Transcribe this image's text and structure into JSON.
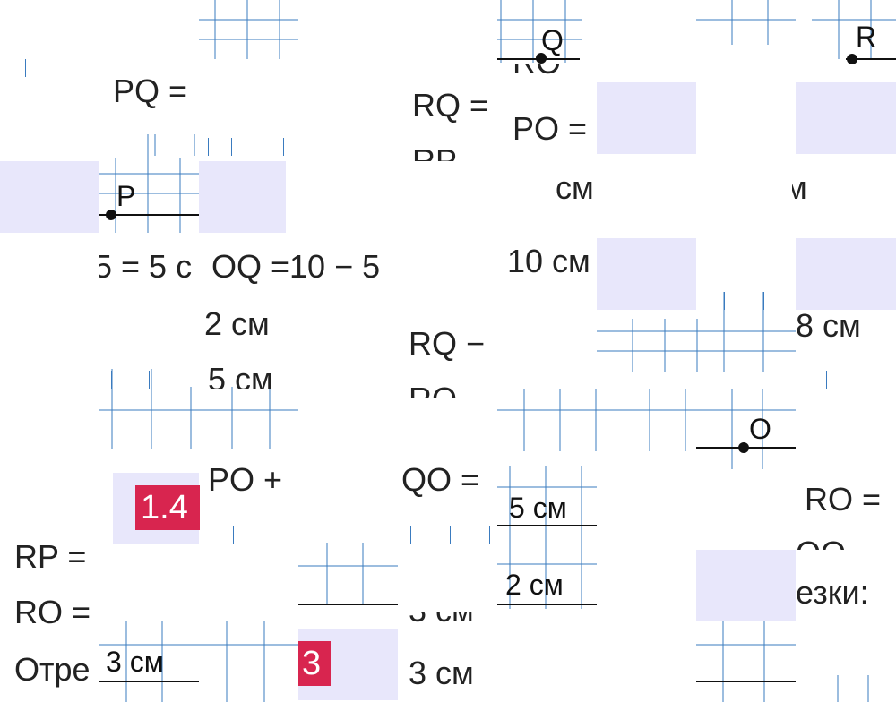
{
  "labels": {
    "pq": "PQ =",
    "rq": "RQ =",
    "po": "PO =",
    "po_plus": "PO +",
    "qo": "QO =",
    "ro_right": "RO =",
    "rp": "RP =",
    "ro_left": "RO =",
    "otre": "Отре",
    "ezki": "езки:",
    "cm_a": "см",
    "cm_b": "м",
    "five_eq": "5 = 5 с",
    "oq_eq": "OQ =10 − 5",
    "ten_cm": "10 см",
    "two_cm": "2 см",
    "five_cm": "5 см",
    "rq_minus": "RQ −",
    "eight_cm": "8 см",
    "three_cm_a": "3 см",
    "three_cm_b": "3 см",
    "blank_5cm": "5 см",
    "blank_2cm": "2 см",
    "blank_3cm": "3 см"
  },
  "points": {
    "q": "Q",
    "r": "R",
    "p": "P",
    "o": "O"
  },
  "badges": {
    "b1": "1.4",
    "b2": "3"
  },
  "colors": {
    "lavender": "#e8e7fb",
    "badge": "#d8254f",
    "grid": "#3a7bbf"
  }
}
